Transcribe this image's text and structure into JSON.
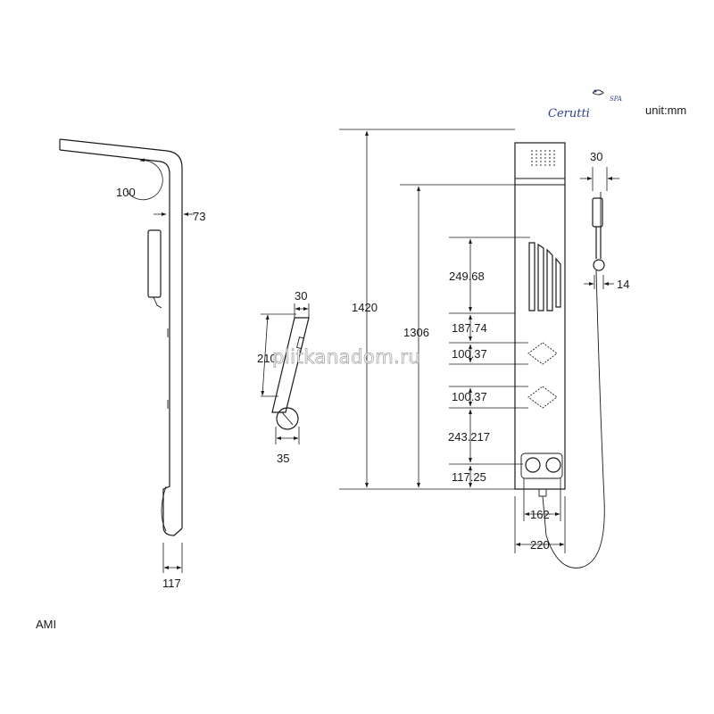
{
  "header": {
    "brand": "Cerutti",
    "brand_suffix": "SPA",
    "unit_label": "unit:mm"
  },
  "model_label": "AMI",
  "watermark": "plitkanadom.ru",
  "side_view": {
    "angle_label": "100",
    "offset_label": "73",
    "base_label": "117"
  },
  "hand_shower": {
    "top_width": "30",
    "length": "210",
    "base_width": "35"
  },
  "front_view": {
    "overall_height": "1420",
    "body_height": "1306",
    "segments": [
      "249.68",
      "187.74",
      "100.37",
      "100.37",
      "243.217",
      "117.25"
    ],
    "valve_spacing": "162",
    "panel_width": "220",
    "hose_top_width": "30",
    "holder_width": "14"
  },
  "colors": {
    "line": "#1a1a1a",
    "brand": "#2b3f8c",
    "watermark_stroke": "#8a8a8a"
  }
}
